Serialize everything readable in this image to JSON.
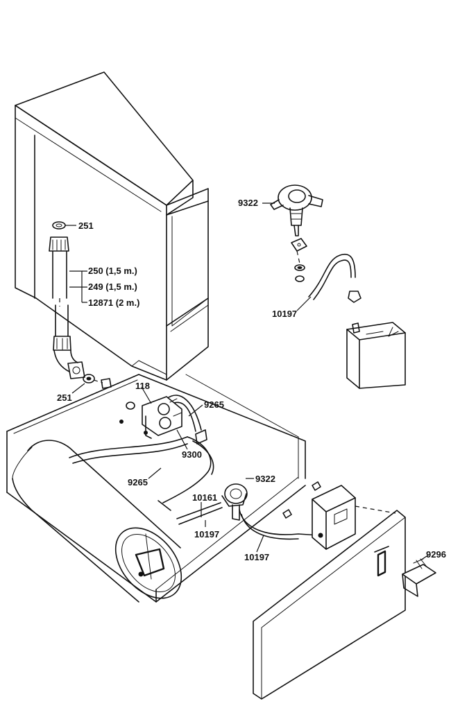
{
  "parts": {
    "p251_top": "251",
    "p250": "250 (1,5 m.)",
    "p249": "249 (1,5 m.)",
    "p12871": "12871 (2 m.)",
    "p251_bottom": "251",
    "p118": "118",
    "p9265_top": "9265",
    "p9300": "9300",
    "p9265_bottom": "9265",
    "p9322_top": "9322",
    "p10197_top": "10197",
    "p9322_mid": "9322",
    "p10161": "10161",
    "p10197_mid": "10197",
    "p10197_bottom": "10197",
    "p9296": "9296"
  }
}
